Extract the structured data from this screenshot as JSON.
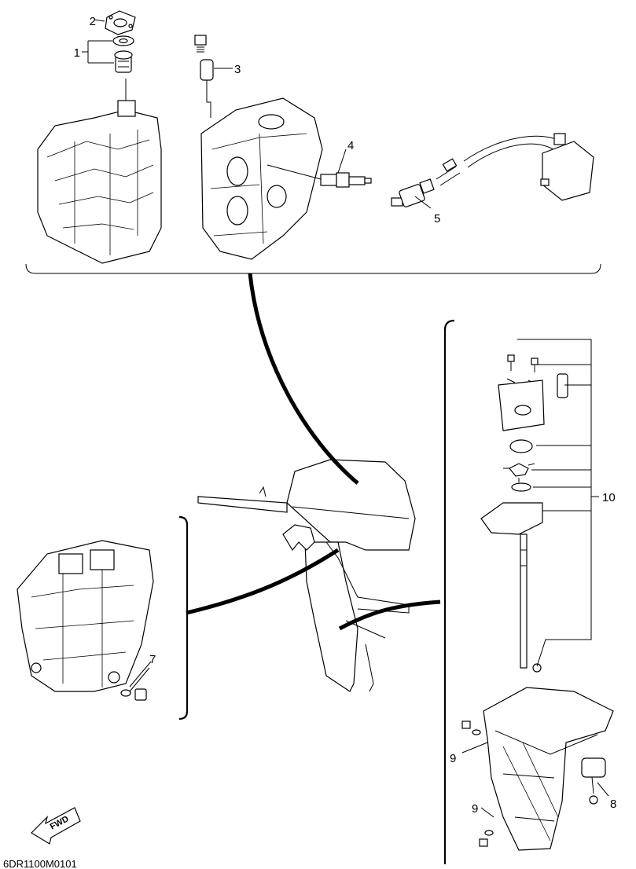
{
  "diagram": {
    "drawing_code": "6DR1100M0101",
    "direction_badge": "FWD",
    "callouts": [
      {
        "id": "c1",
        "label": "1"
      },
      {
        "id": "c2",
        "label": "2"
      },
      {
        "id": "c3",
        "label": "3"
      },
      {
        "id": "c4",
        "label": "4"
      },
      {
        "id": "c5",
        "label": "5"
      },
      {
        "id": "c7",
        "label": "7"
      },
      {
        "id": "c8",
        "label": "8"
      },
      {
        "id": "c9a",
        "label": "9"
      },
      {
        "id": "c9b",
        "label": "9"
      },
      {
        "id": "c10",
        "label": "10"
      }
    ]
  }
}
